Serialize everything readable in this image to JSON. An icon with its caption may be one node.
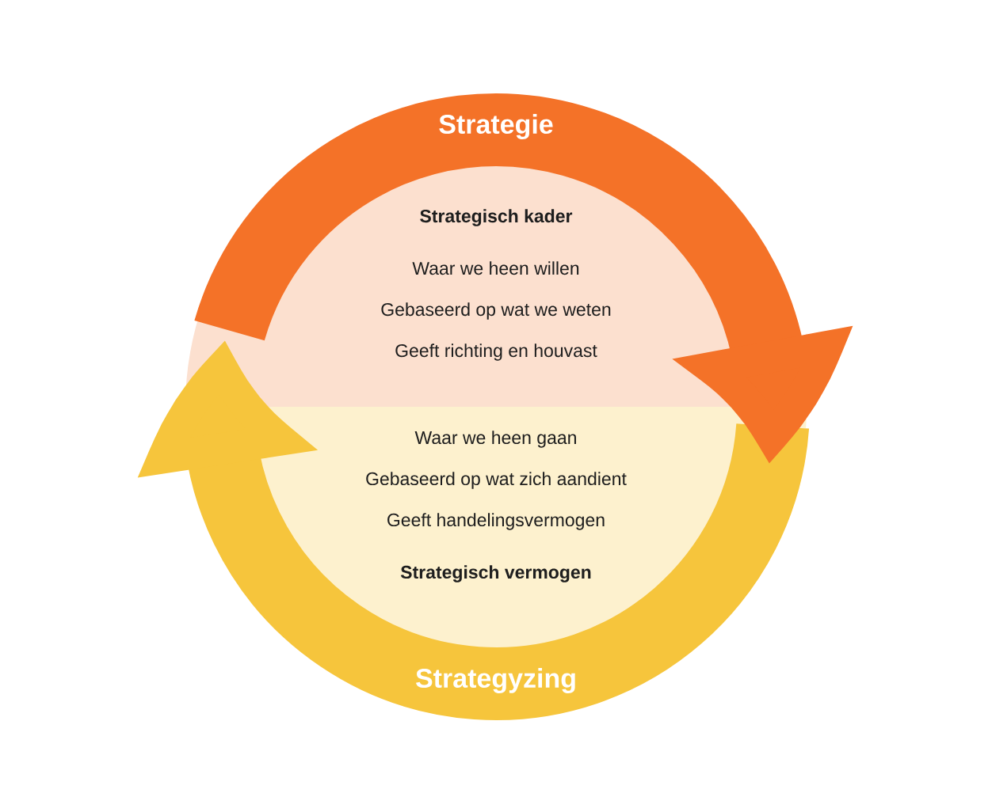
{
  "diagram": {
    "nodes": [
      {
        "text": [
          "Strategisch kader",
          "Waar we heen willen",
          "Gebaseerd op wat we weten",
          "Geeft richting en houvast"
        ]
      },
      {
        "text": [
          "Waar we heen gaan",
          "Gebaseerd op wat zich aandient",
          "Geeft handelingsvermogen",
          "Strategisch vermogen"
        ]
      }
    ],
    "edges": [
      {
        "from": 0,
        "to": 1,
        "arrow": "to",
        "label": "Strategie",
        "color": "#f47228"
      },
      {
        "from": 1,
        "to": 0,
        "arrow": "to",
        "label": "Strategyzing",
        "color": "#f6c53c"
      }
    ]
  }
}
